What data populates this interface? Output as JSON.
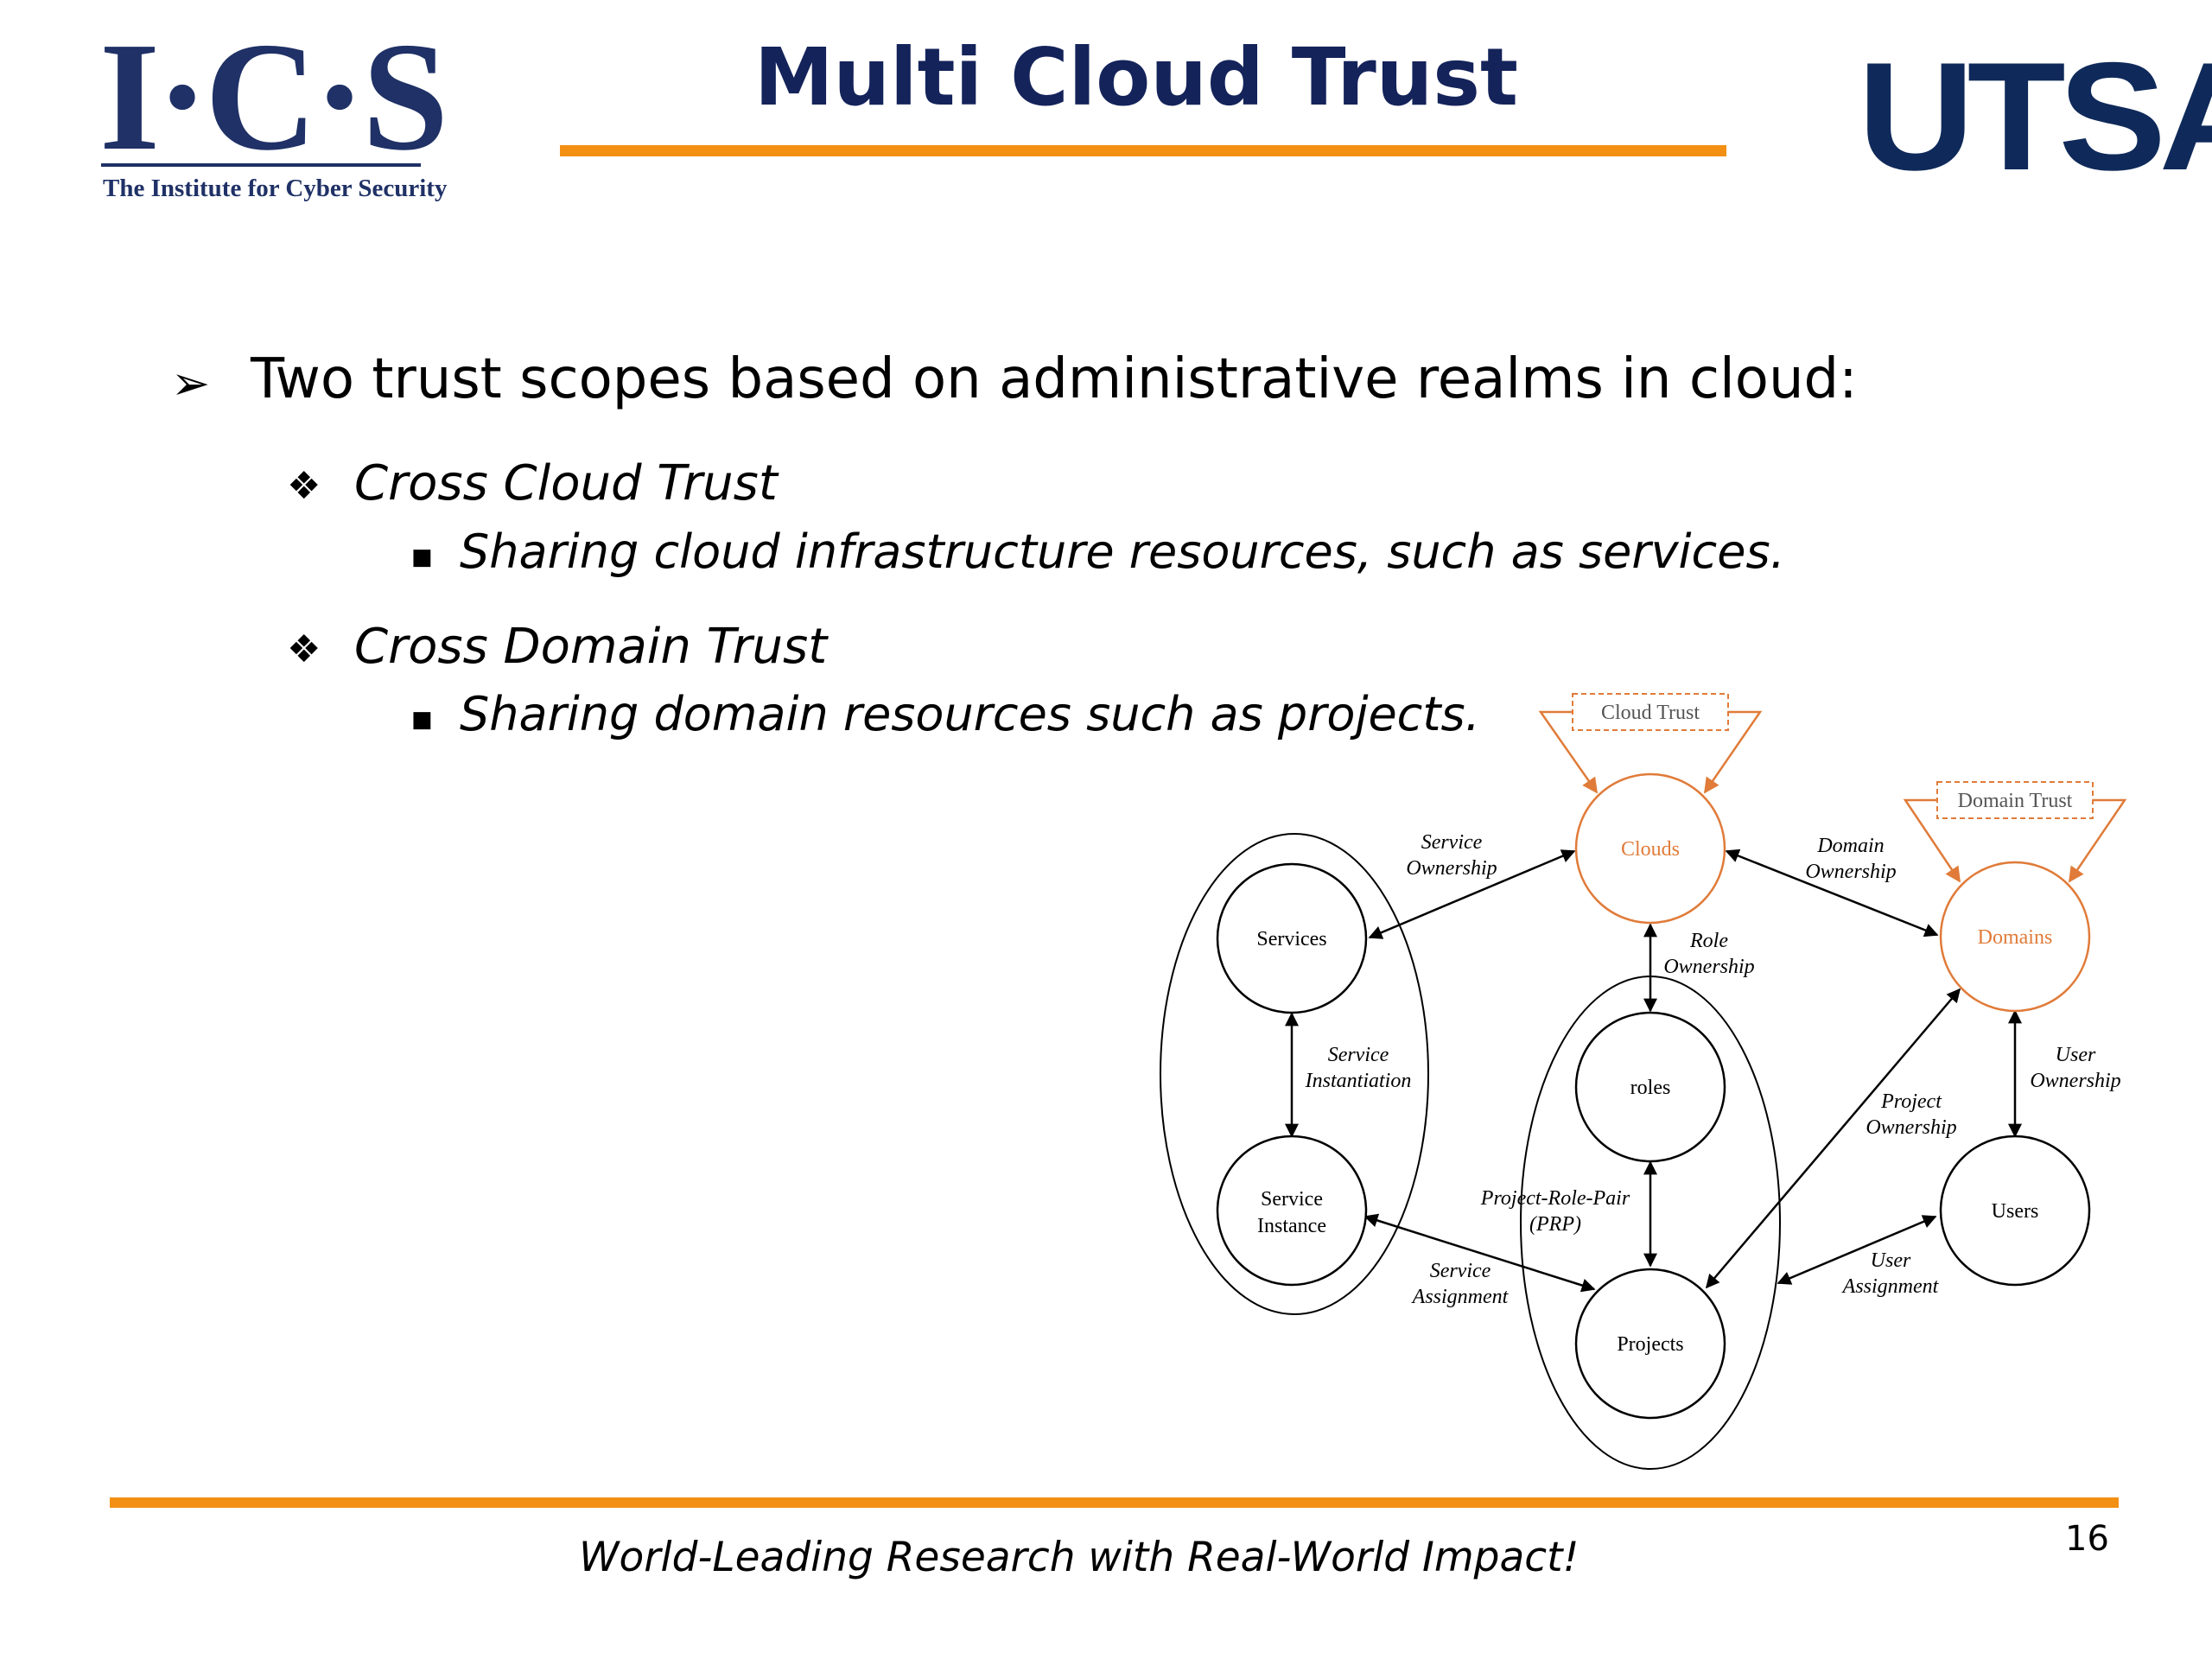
{
  "header": {
    "ics_logo": {
      "letters": "I·C·S",
      "subtitle": "The Institute for Cyber Security"
    },
    "title": "Multi Cloud Trust",
    "utsa_logo": {
      "text": "UTSA",
      "registered": "®"
    }
  },
  "bullets": {
    "main": "Two trust scopes based on administrative realms in cloud:",
    "items": [
      {
        "label": "Cross Cloud Trust",
        "detail": "Sharing cloud infrastructure resources, such as services."
      },
      {
        "label": "Cross Domain Trust",
        "detail": "Sharing domain resources such as projects."
      }
    ]
  },
  "diagram": {
    "colors": {
      "trust": "#e07b39",
      "line": "#000000"
    },
    "trust_boxes": {
      "cloud": "Cloud Trust",
      "domain": "Domain Trust"
    },
    "nodes": {
      "clouds": "Clouds",
      "domains": "Domains",
      "services": "Services",
      "service_instance": [
        "Service",
        "Instance"
      ],
      "roles": "roles",
      "projects": "Projects",
      "users": "Users"
    },
    "edges": {
      "service_ownership": [
        "Service",
        "Ownership"
      ],
      "domain_ownership": [
        "Domain",
        "Ownership"
      ],
      "role_ownership": [
        "Role",
        "Ownership"
      ],
      "service_instantiation": [
        "Service",
        "Instantiation"
      ],
      "user_ownership": [
        "User",
        "Ownership"
      ],
      "project_ownership": [
        "Project",
        "Ownership"
      ],
      "prp": [
        "Project-Role-Pair",
        "(PRP)"
      ],
      "service_assignment": [
        "Service",
        "Assignment"
      ],
      "user_assignment": [
        "User",
        "Assignment"
      ]
    }
  },
  "footer": {
    "tagline": "World-Leading Research with Real-World Impact!",
    "page_number": "16"
  },
  "colors": {
    "navy": "#14235a",
    "orange_rule": "#f39014"
  }
}
